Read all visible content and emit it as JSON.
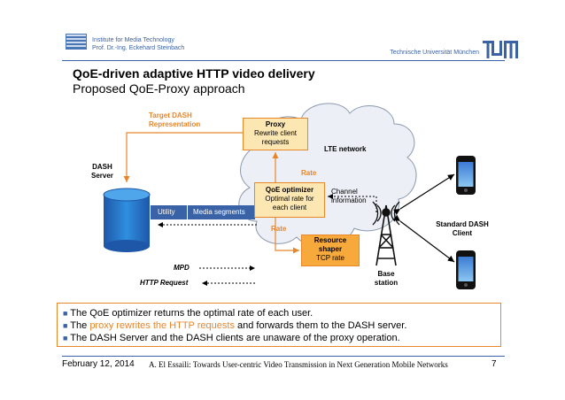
{
  "header": {
    "institute_line1": "Institute for Media Technology",
    "institute_line2": "Prof. Dr.-Ing. Eckehard Steinbach",
    "university": "Technische Universität München"
  },
  "slide": {
    "title": "QoE-driven adaptive HTTP video delivery",
    "subtitle": "Proposed QoE-Proxy approach"
  },
  "diagram": {
    "target_dash_1": "Target DASH",
    "target_dash_2": "Representation",
    "proxy_title": "Proxy",
    "proxy_line1": "Rewrite client",
    "proxy_line2": "requests",
    "lte_network": "LTE network",
    "dash_server_1": "DASH",
    "dash_server_2": "Server",
    "rate_upper": "Rate",
    "rate_lower": "Rate",
    "qoe_title": "QoE optimizer",
    "qoe_line1": "Optimal rate for",
    "qoe_line2": "each client",
    "channel_1": "Channel",
    "channel_2": "information",
    "utility": "Utility",
    "media_segments": "Media segments",
    "standard_client_1": "Standard DASH",
    "standard_client_2": "Client",
    "resource_1": "Resource",
    "resource_2": "shaper",
    "resource_3": "TCP rate",
    "base_1": "Base",
    "base_2": "station",
    "mpd": "MPD",
    "http_request": "HTTP Request"
  },
  "notes": [
    {
      "pre": "The QoE optimizer returns the optimal rate of each user.",
      "highlight": "",
      "post": ""
    },
    {
      "pre": "The ",
      "highlight": "proxy rewrites the HTTP requests",
      "post": " and forwards them to the DASH server."
    },
    {
      "pre": "The DASH Server and the DASH clients are unaware of the proxy operation.",
      "highlight": "",
      "post": ""
    }
  ],
  "footer": {
    "date": "February 12, 2014",
    "citation": "A. El Essaili: Towards User-centric Video Transmission in Next Generation Mobile Networks",
    "page": "7"
  },
  "colors": {
    "accent_blue": "#3a62a7",
    "accent_orange": "#e8862a",
    "box_fill": "#fce7b3",
    "shaper_fill": "#f7a93b"
  }
}
